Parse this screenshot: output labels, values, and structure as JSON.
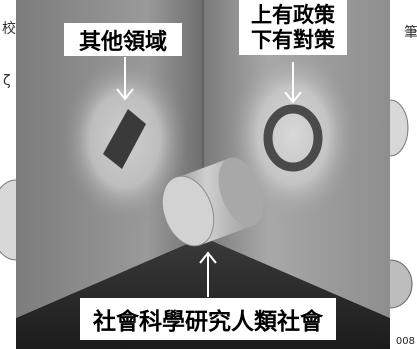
{
  "labels": {
    "top_left": "其他領域",
    "top_right_line1": "上有政策",
    "top_right_line2": "下有對策",
    "bottom": "社會科學研究人類社會"
  },
  "background_text": {
    "left_fragment": "校",
    "right_fragment": "筆",
    "left_mid_fragment": "ζ",
    "credit": "008"
  },
  "colors": {
    "label_background": "#ffffff",
    "label_text": "#000000",
    "wall_left": "#8a8a8a",
    "wall_right": "#9a9a9a",
    "floor": "#2a2a2a"
  },
  "icons": [
    "arrow-down-icon",
    "arrow-down-icon",
    "arrow-up-icon"
  ]
}
